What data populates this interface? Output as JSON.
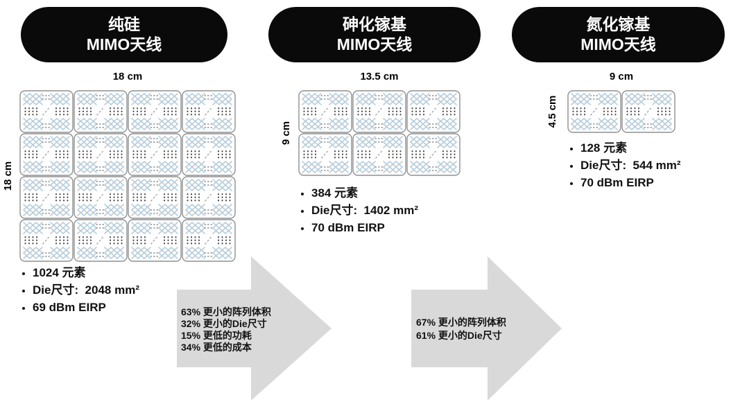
{
  "panels": [
    {
      "id": "si",
      "title_lines": [
        "纯硅",
        "MIMO天线"
      ],
      "top_dim": "18 cm",
      "side_dim": "18 cm",
      "grid": {
        "cols": 4,
        "rows": 4
      },
      "bullets": [
        "1024 元素",
        "Die尺寸:  2048 mm²",
        "69 dBm EIRP"
      ]
    },
    {
      "id": "gaas",
      "title_lines": [
        "砷化镓基",
        "MIMO天线"
      ],
      "top_dim": "13.5 cm",
      "side_dim": "9 cm",
      "grid": {
        "cols": 3,
        "rows": 2
      },
      "bullets": [
        "384 元素",
        "Die尺寸:  1402 mm²",
        "70 dBm EIRP"
      ]
    },
    {
      "id": "gan",
      "title_lines": [
        "氮化镓基",
        "MIMO天线"
      ],
      "top_dim": "9 cm",
      "side_dim": "4.5 cm",
      "grid": {
        "cols": 2,
        "rows": 1
      },
      "bullets": [
        "128 元素",
        "Die尺寸:  544 mm²",
        "70 dBm EIRP"
      ]
    }
  ],
  "arrows": [
    {
      "lines": [
        "63% 更小的阵列体积",
        "32% 更小的Die尺寸",
        "15% 更低的功耗",
        "34% 更低的成本"
      ]
    },
    {
      "lines": [
        "67% 更小的阵列体积",
        "61% 更小的Die尺寸"
      ]
    }
  ],
  "colors": {
    "pill_bg": "#0a0a0a",
    "pill_text": "#ffffff",
    "arrow_fill": "#d9d9d9",
    "tile_border": "#8f8f8f",
    "lattice_blue": "#a8d4ef",
    "lattice_gray": "#c6c9cc",
    "dot_dark": "#4a4a4a",
    "dot_light": "#9aa0a4",
    "text": "#111111"
  }
}
